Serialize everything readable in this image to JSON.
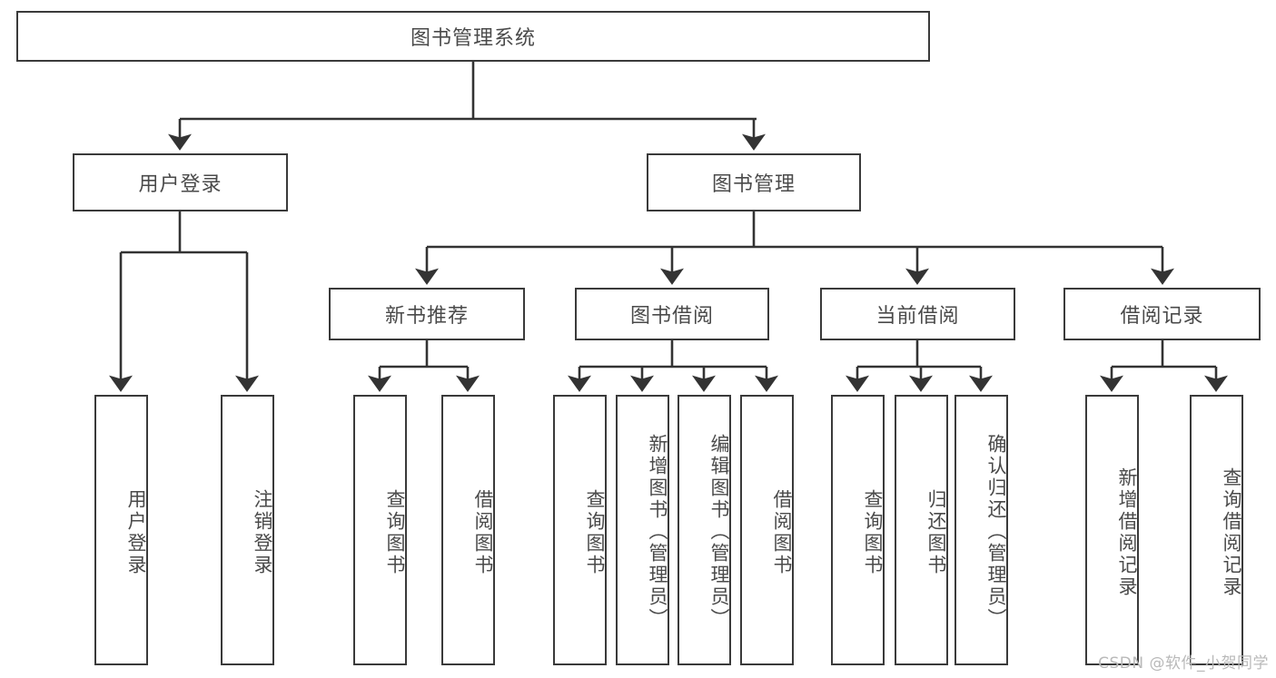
{
  "diagram": {
    "type": "hierarchy-tree",
    "title": "图书管理系统",
    "root": {
      "id": "root",
      "label": "图书管理系统"
    },
    "level2": [
      {
        "id": "user-login",
        "label": "用户登录"
      },
      {
        "id": "book-manage",
        "label": "图书管理"
      }
    ],
    "level3": [
      {
        "id": "new-book-rec",
        "label": "新书推荐",
        "parent": "book-manage"
      },
      {
        "id": "book-borrow",
        "label": "图书借阅",
        "parent": "book-manage"
      },
      {
        "id": "current-borrow",
        "label": "当前借阅",
        "parent": "book-manage"
      },
      {
        "id": "borrow-record",
        "label": "借阅记录",
        "parent": "book-manage"
      }
    ],
    "leaves": [
      {
        "id": "leaf-user-login",
        "label": "用户登录",
        "parent": "user-login"
      },
      {
        "id": "leaf-logout",
        "label": "注销登录",
        "parent": "user-login"
      },
      {
        "id": "leaf-query-book-1",
        "label": "查询图书",
        "parent": "new-book-rec"
      },
      {
        "id": "leaf-borrow-book-1",
        "label": "借阅图书",
        "parent": "new-book-rec"
      },
      {
        "id": "leaf-query-book-2",
        "label": "查询图书",
        "parent": "book-borrow"
      },
      {
        "id": "leaf-add-book",
        "label": "新增图书（管理员）",
        "parent": "book-borrow"
      },
      {
        "id": "leaf-edit-book",
        "label": "编辑图书（管理员）",
        "parent": "book-borrow"
      },
      {
        "id": "leaf-borrow-book-2",
        "label": "借阅图书",
        "parent": "book-borrow"
      },
      {
        "id": "leaf-query-book-3",
        "label": "查询图书",
        "parent": "current-borrow"
      },
      {
        "id": "leaf-return-book",
        "label": "归还图书",
        "parent": "current-borrow"
      },
      {
        "id": "leaf-confirm-return",
        "label": "确认归还（管理员）",
        "parent": "current-borrow"
      },
      {
        "id": "leaf-add-record",
        "label": "新增借阅记录",
        "parent": "borrow-record"
      },
      {
        "id": "leaf-query-record",
        "label": "查询借阅记录",
        "parent": "borrow-record"
      }
    ],
    "colors": {
      "border": "#3a3a3a",
      "text": "#4a4a4a",
      "background": "#ffffff",
      "watermark": "#b9b9b9"
    }
  },
  "watermark": {
    "text": "CSDN @软件_小贺同学"
  }
}
